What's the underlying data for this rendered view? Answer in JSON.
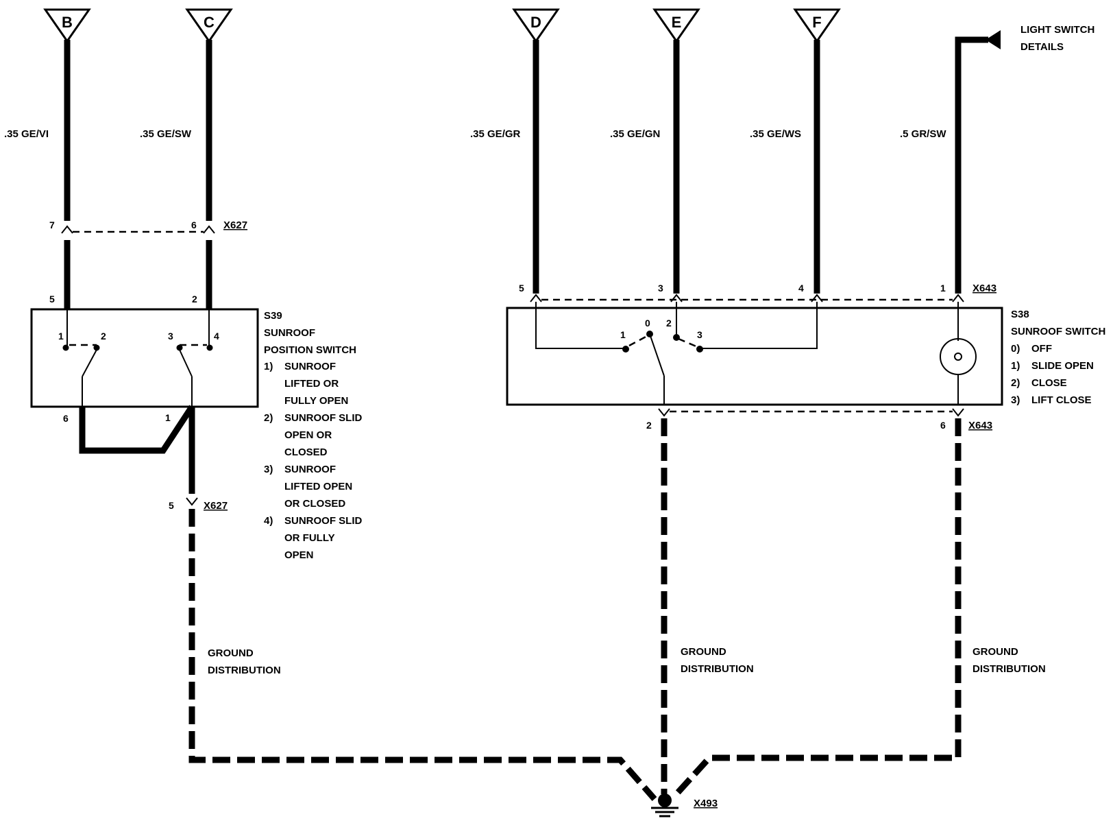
{
  "terminals": [
    {
      "id": "terminal-b",
      "letter": "B"
    },
    {
      "id": "terminal-c",
      "letter": "C"
    },
    {
      "id": "terminal-d",
      "letter": "D"
    },
    {
      "id": "terminal-e",
      "letter": "E"
    },
    {
      "id": "terminal-f",
      "letter": "F"
    }
  ],
  "wires": {
    "b": ".35 GE/VI",
    "c": ".35 GE/SW",
    "d": ".35 GE/GR",
    "e": ".35 GE/GN",
    "f": ".35 GE/WS",
    "light": ".5 GR/SW"
  },
  "light_switch": {
    "line1": "LIGHT SWITCH",
    "line2": "DETAILS"
  },
  "connectors": {
    "x627": "X627",
    "x643": "X643",
    "x493": "X493"
  },
  "pins": {
    "x627_top_left": "7",
    "x627_top_right": "6",
    "s39_top_left": "5",
    "s39_top_right": "2",
    "s39_bottom_left": "6",
    "s39_bottom_right": "1",
    "x627_bottom": "5",
    "x643_top_1": "5",
    "x643_top_2": "3",
    "x643_top_3": "4",
    "x643_top_4": "1",
    "x643_bottom_1": "2",
    "x643_bottom_2": "6"
  },
  "s39": {
    "id": "S39",
    "name_line1": "SUNROOF",
    "name_line2": "POSITION SWITCH",
    "contacts": [
      "1",
      "2",
      "3",
      "4"
    ],
    "positions": [
      {
        "num": "1)",
        "lines": [
          "SUNROOF",
          "LIFTED OR",
          "FULLY OPEN"
        ]
      },
      {
        "num": "2)",
        "lines": [
          "SUNROOF SLID",
          "OPEN OR",
          "CLOSED"
        ]
      },
      {
        "num": "3)",
        "lines": [
          "SUNROOF",
          "LIFTED OPEN",
          "OR CLOSED"
        ]
      },
      {
        "num": "4)",
        "lines": [
          "SUNROOF SLID",
          "OR FULLY",
          "OPEN"
        ]
      }
    ]
  },
  "s38": {
    "id": "S38",
    "name": "SUNROOF SWITCH",
    "contacts": [
      "1",
      "0",
      "2",
      "3"
    ],
    "positions": [
      {
        "num": "0)",
        "label": "OFF"
      },
      {
        "num": "1)",
        "label": "SLIDE OPEN"
      },
      {
        "num": "2)",
        "label": "CLOSE"
      },
      {
        "num": "3)",
        "label": "LIFT CLOSE"
      }
    ]
  },
  "ground": {
    "line1": "GROUND",
    "line2": "DISTRIBUTION"
  }
}
